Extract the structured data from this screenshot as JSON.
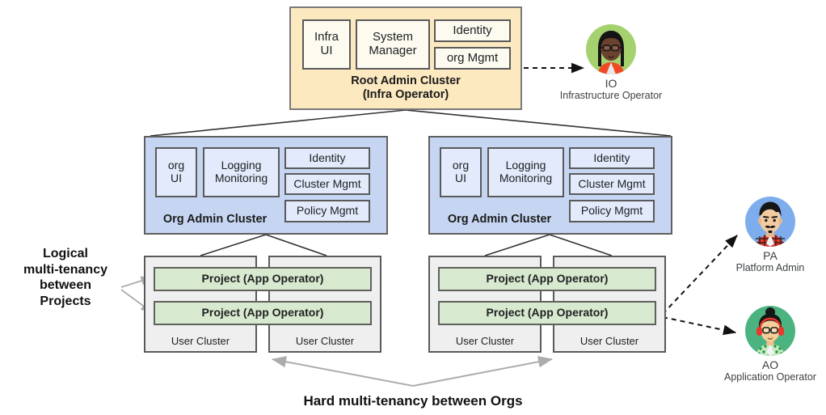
{
  "diagram": {
    "title_hidden": "",
    "root_cluster": {
      "title_line1": "Root Admin Cluster",
      "title_line2": "(Infra Operator)",
      "components": [
        {
          "label": "Infra\nUI",
          "line1": "Infra",
          "line2": "UI"
        },
        {
          "label": "System Manager",
          "line1": "System",
          "line2": "Manager"
        },
        {
          "label": "Identity"
        },
        {
          "label": "org Mgmt"
        }
      ],
      "bg_color": "#FCE9C0",
      "inner_bg_color": "#FDFAF0"
    },
    "org_clusters": [
      {
        "title": "Org Admin Cluster",
        "components": [
          {
            "line1": "org",
            "line2": "UI"
          },
          {
            "line1": "Logging",
            "line2": "Monitoring"
          },
          {
            "label": "Identity"
          },
          {
            "label": "Cluster Mgmt"
          },
          {
            "label": "Policy Mgmt"
          }
        ],
        "bg_color": "#C6D6F2",
        "inner_bg_color": "#E2EAFB",
        "user_clusters": [
          {
            "label": "User Cluster"
          },
          {
            "label": "User Cluster"
          }
        ],
        "projects": [
          {
            "label": "Project (App Operator)"
          },
          {
            "label": "Project (App Operator)"
          }
        ]
      },
      {
        "title": "Org Admin Cluster",
        "components": [
          {
            "line1": "org",
            "line2": "UI"
          },
          {
            "line1": "Logging",
            "line2": "Monitoring"
          },
          {
            "label": "Identity"
          },
          {
            "label": "Cluster Mgmt"
          },
          {
            "label": "Policy Mgmt"
          }
        ],
        "bg_color": "#C6D6F2",
        "inner_bg_color": "#E2EAFB",
        "user_clusters": [
          {
            "label": "User Cluster"
          },
          {
            "label": "User Cluster"
          }
        ],
        "projects": [
          {
            "label": "Project (App Operator)"
          },
          {
            "label": "Project  (App Operator)"
          }
        ]
      }
    ],
    "annotations": {
      "left_label_line1": "Logical",
      "left_label_line2": "multi-tenancy",
      "left_label_line3": "between",
      "left_label_line4": "Projects",
      "bottom_label": "Hard multi-tenancy between Orgs"
    },
    "personas": [
      {
        "abbr": "IO",
        "role": "Infrastructure Operator",
        "circle_color": "#A5D26E",
        "icon": "woman-glasses-avatar-icon"
      },
      {
        "abbr": "PA",
        "role": "Platform Admin",
        "circle_color": "#7EADEE",
        "icon": "man-mustache-avatar-icon"
      },
      {
        "abbr": "AO",
        "role": "Application Operator",
        "circle_color": "#4AB380",
        "icon": "woman-headphones-avatar-icon"
      }
    ],
    "colors": {
      "root_bg": "#FCE9C0",
      "org_bg": "#C6D6F2",
      "user_bg": "#EFEFEF",
      "project_bg": "#D7E9CE",
      "connector": "#333333",
      "gray_arrow": "#ACACAC"
    }
  }
}
